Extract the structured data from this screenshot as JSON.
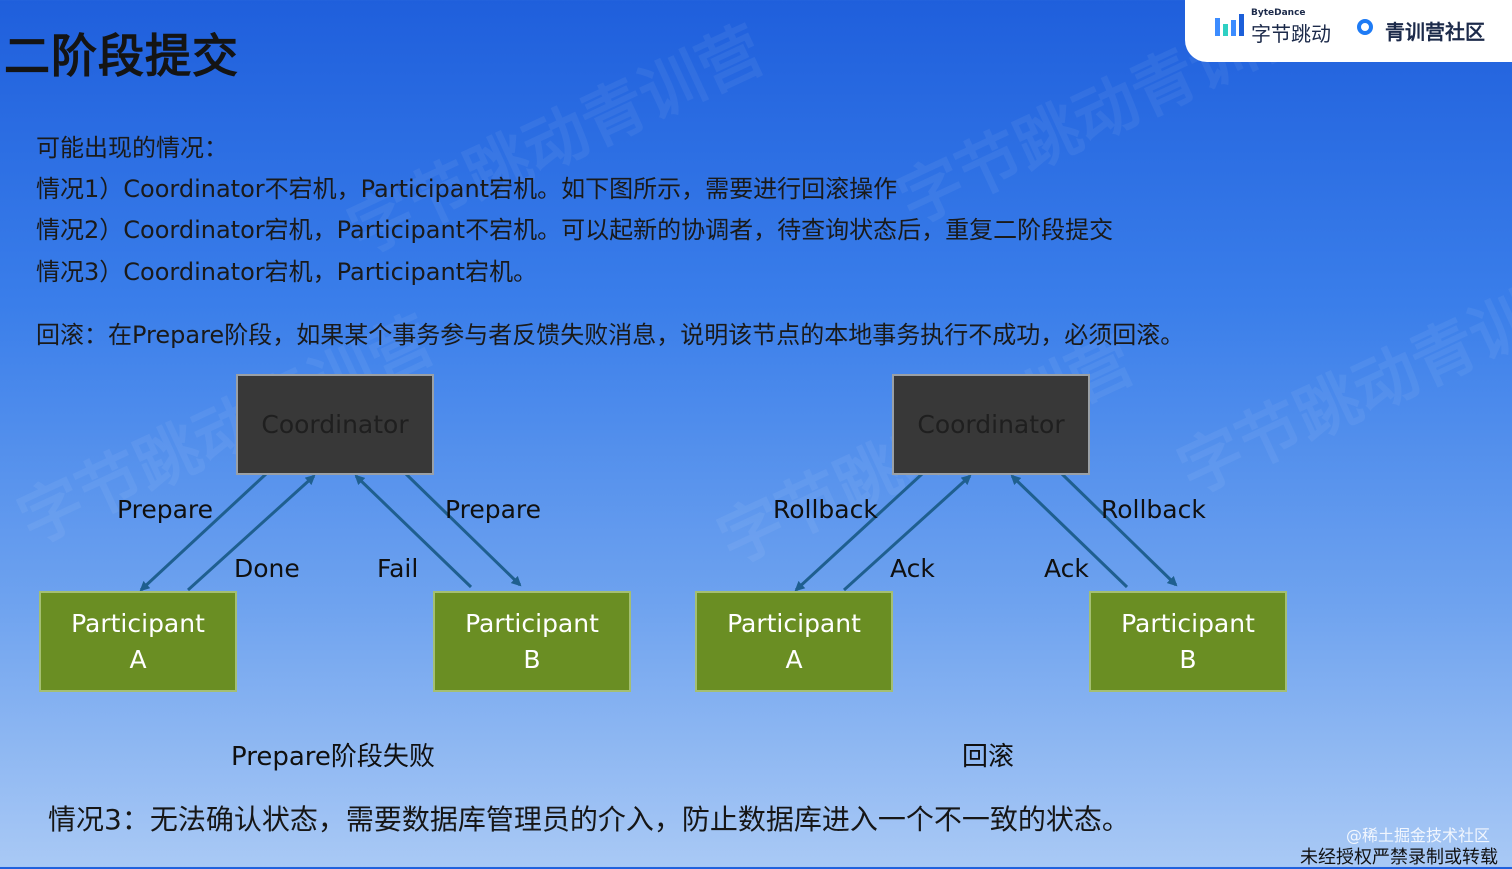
{
  "header": {
    "title": "二阶段提交",
    "logo_bytedance_small": "ByteDance",
    "logo_bytedance": "字节跳动",
    "logo_camp": "青训营社区"
  },
  "watermark": "字节跳动青训营",
  "body_text": {
    "line1": "可能出现的情况：",
    "line2": "情况1）Coordinator不宕机，Participant宕机。如下图所示，需要进行回滚操作",
    "line3": "情况2）Coordinator宕机，Participant不宕机。可以起新的协调者，待查询状态后，重复二阶段提交",
    "line4": "情况3）Coordinator宕机，Participant宕机。",
    "rollback_note": "回滚：在Prepare阶段，如果某个事务参与者反馈失败消息，说明该节点的本地事务执行不成功，必须回滚。"
  },
  "diagram_left": {
    "coordinator": "Coordinator",
    "participant_a": [
      "Participant",
      "A"
    ],
    "participant_b": [
      "Participant",
      "B"
    ],
    "edge_labels": {
      "prepare_left": "Prepare",
      "done": "Done",
      "fail": "Fail",
      "prepare_right": "Prepare"
    },
    "caption": "Prepare阶段失败"
  },
  "diagram_right": {
    "coordinator": "Coordinator",
    "participant_a": [
      "Participant",
      "A"
    ],
    "participant_b": [
      "Participant",
      "B"
    ],
    "edge_labels": {
      "rollback_left": "Rollback",
      "ack_left": "Ack",
      "ack_right": "Ack",
      "rollback_right": "Rollback"
    },
    "caption": "回滚"
  },
  "bottom_note": "情况3：无法确认状态，需要数据库管理员的介入，防止数据库进入一个不一致的状态。",
  "footer": {
    "source": "@稀土掘金技术社区",
    "notice": "未经授权严禁录制或转载"
  },
  "colors": {
    "coordinator_fill": "#383838",
    "participant_fill": "#6a8e23",
    "arrow": "#1f5f8f"
  }
}
